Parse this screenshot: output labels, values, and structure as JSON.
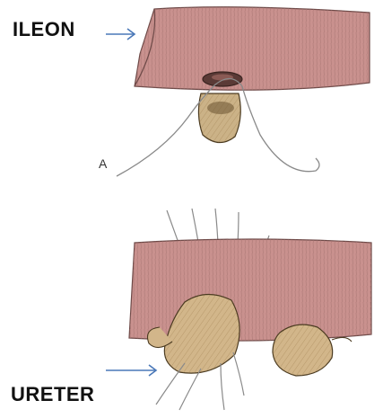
{
  "labels": {
    "ileum": "ILEON",
    "suture_marker": "A",
    "ureter": "URETER"
  },
  "colors": {
    "bowel": "#c9918e",
    "bowel_dark": "#a8706d",
    "ureter": "#d2b68a",
    "ureter_dark": "#8a6a3c",
    "arrow": "#4a78b8",
    "suture": "#8a8a8a"
  }
}
